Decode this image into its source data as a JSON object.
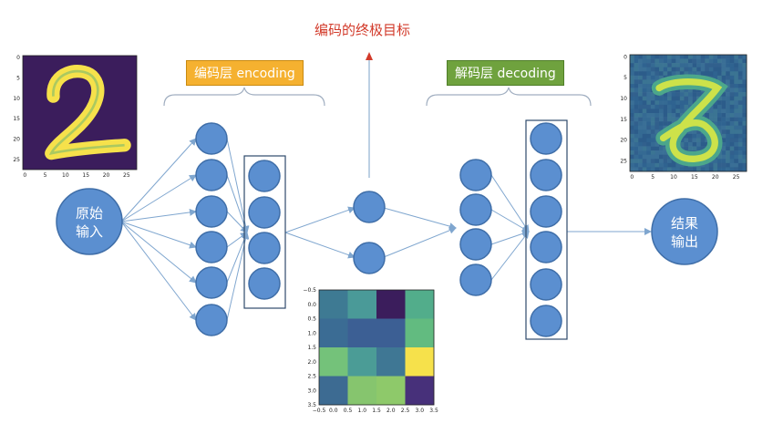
{
  "goal_text": "编码的终极目标",
  "encoder_label": "编码层 encoding",
  "decoder_label": "解码层 decoding",
  "input_node": [
    "原始",
    "输入"
  ],
  "output_node": [
    "结果",
    "输出"
  ],
  "colors": {
    "node_fill": "#5b8fd0",
    "node_stroke": "#3f6ea8",
    "arrow": "#7fa6cf",
    "goal_text": "#d23a2a",
    "goal_arrow": "#d23a2a",
    "encoder_box": "#f5b130",
    "decoder_box": "#6fa23e",
    "bracket": "#8a9bb0",
    "frame": "#2e4a6b",
    "digit_bg": "#3b1d5c",
    "digit_fg": "#f6e14b"
  },
  "input_image": {
    "x_ticks": [
      "0",
      "5",
      "10",
      "15",
      "20",
      "25"
    ],
    "y_ticks": [
      "0",
      "5",
      "10",
      "15",
      "20",
      "25"
    ]
  },
  "output_image": {
    "x_ticks": [
      "0",
      "5",
      "10",
      "15",
      "20",
      "25"
    ],
    "y_ticks": [
      "0",
      "5",
      "10",
      "15",
      "20",
      "25"
    ]
  },
  "latent_heatmap": {
    "x_ticks": [
      "−0.5",
      "0.0",
      "0.5",
      "1.0",
      "1.5",
      "2.0",
      "2.5",
      "3.0",
      "3.5"
    ],
    "y_ticks": [
      "−0.5",
      "0.0",
      "0.5",
      "1.0",
      "1.5",
      "2.0",
      "2.5",
      "3.0",
      "3.5"
    ],
    "cells": [
      [
        "#3e7a93",
        "#4a9a98",
        "#3b1d5c",
        "#52ad8b"
      ],
      [
        "#3b6c94",
        "#3c5f94",
        "#3c5f94",
        "#62bb80"
      ],
      [
        "#74c27a",
        "#4b9c96",
        "#3f7794",
        "#f6e14b"
      ],
      [
        "#3d6b92",
        "#86c56e",
        "#8ec96a",
        "#47307a"
      ]
    ]
  }
}
